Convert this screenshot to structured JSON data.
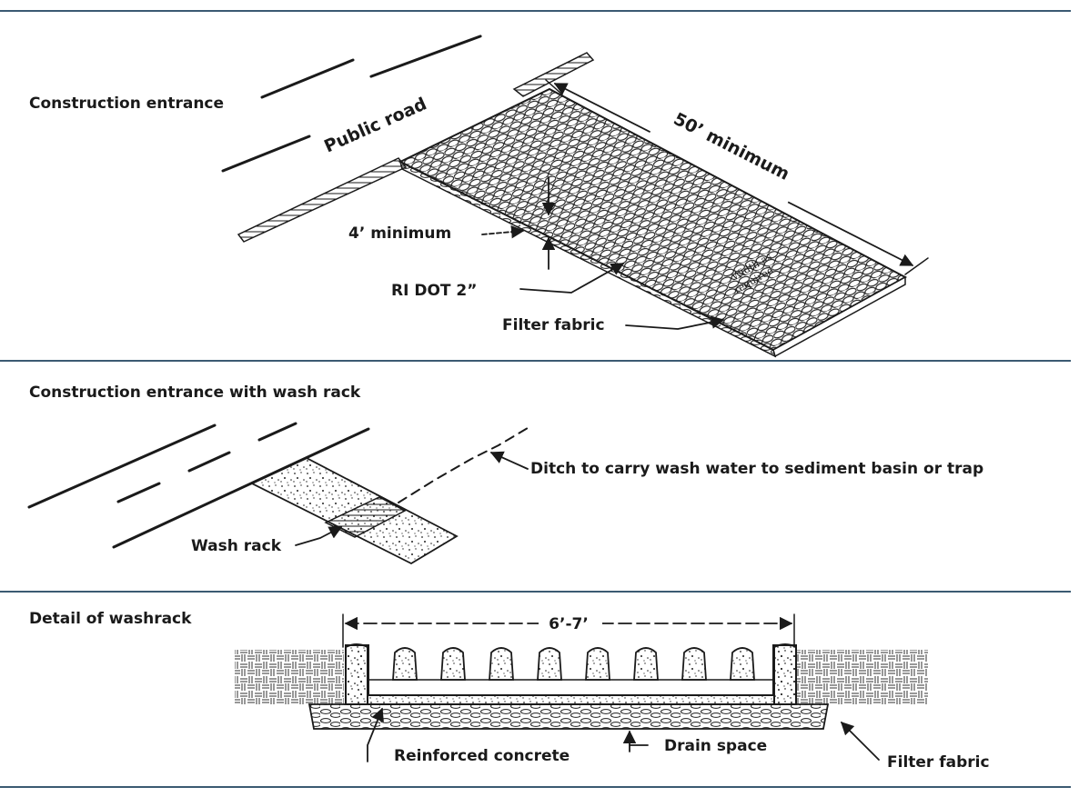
{
  "sections": {
    "entrance": {
      "title": "Construction entrance",
      "public_road": "Public road",
      "length": "50’ minimum",
      "thickness": "4’ minimum",
      "stone": "RI DOT 2”",
      "fabric": "Filter fabric",
      "width": [
        "Width as",
        "required"
      ]
    },
    "wash_rack": {
      "title": "Construction entrance with wash rack",
      "ditch": "Ditch to carry wash water to sediment basin or trap",
      "rack": "Wash rack"
    },
    "detail": {
      "title": "Detail of washrack",
      "span": "6’-7’",
      "concrete": "Reinforced concrete",
      "drain": "Drain space",
      "fabric": "Filter fabric"
    }
  },
  "colors": {
    "rule": "#3b5a72",
    "ink": "#1a1a1a"
  }
}
